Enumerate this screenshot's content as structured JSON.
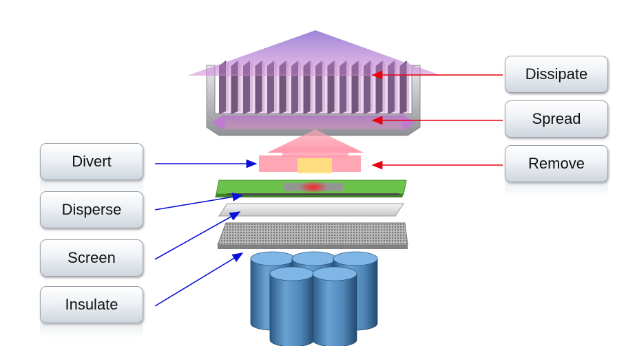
{
  "labels": {
    "left": [
      "Divert",
      "Disperse",
      "Screen",
      "Insulate"
    ],
    "right": [
      "Dissipate",
      "Spread",
      "Remove"
    ]
  },
  "colors": {
    "red_arrow": "#e8000e",
    "blue_arrow": "#0a10d8",
    "heat_purple": "#8a6fd0",
    "pcb_green": "#6cc24a",
    "cylinder_blue": "#4e86b8"
  }
}
